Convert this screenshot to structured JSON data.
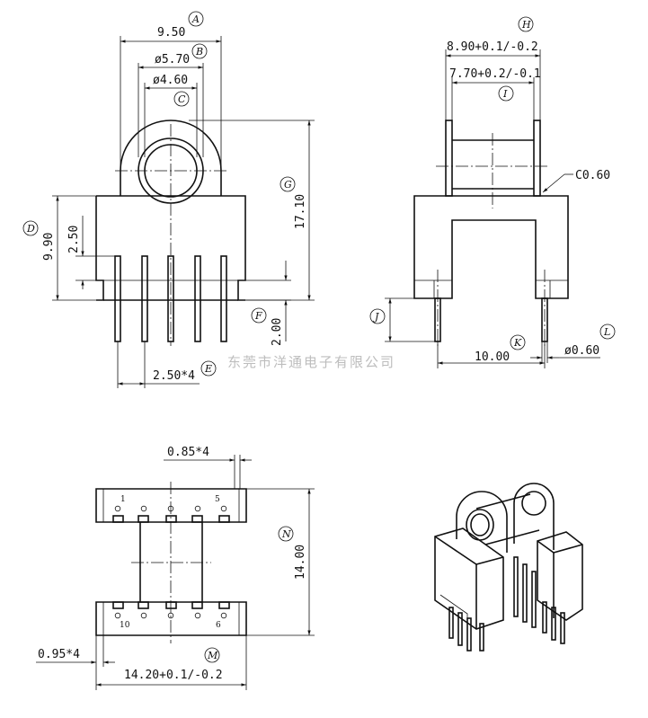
{
  "watermark": "东莞市洋通电子有限公司",
  "dimensions": {
    "A": "9.50",
    "B": "ø5.70",
    "C": "ø4.60",
    "D": "9.90",
    "D_inner": "2.50",
    "E": "2.50*4",
    "F": "2.00",
    "G": "17.10",
    "H": "8.90+0.1/-0.2",
    "I": "7.70+0.2/-0.1",
    "chamfer": "C0.60",
    "J": "",
    "K": "10.00",
    "L": "ø0.60",
    "pin_top": "0.85*4",
    "N": "14.00",
    "pin_bottom": "0.95*4",
    "M": "14.20+0.1/-0.2"
  },
  "tags": [
    "A",
    "B",
    "C",
    "D",
    "E",
    "F",
    "G",
    "H",
    "I",
    "J",
    "K",
    "L",
    "M",
    "N"
  ],
  "pin_numbers": {
    "top_left": "1",
    "top_right": "5",
    "bottom_left": "10",
    "bottom_right": "6"
  }
}
